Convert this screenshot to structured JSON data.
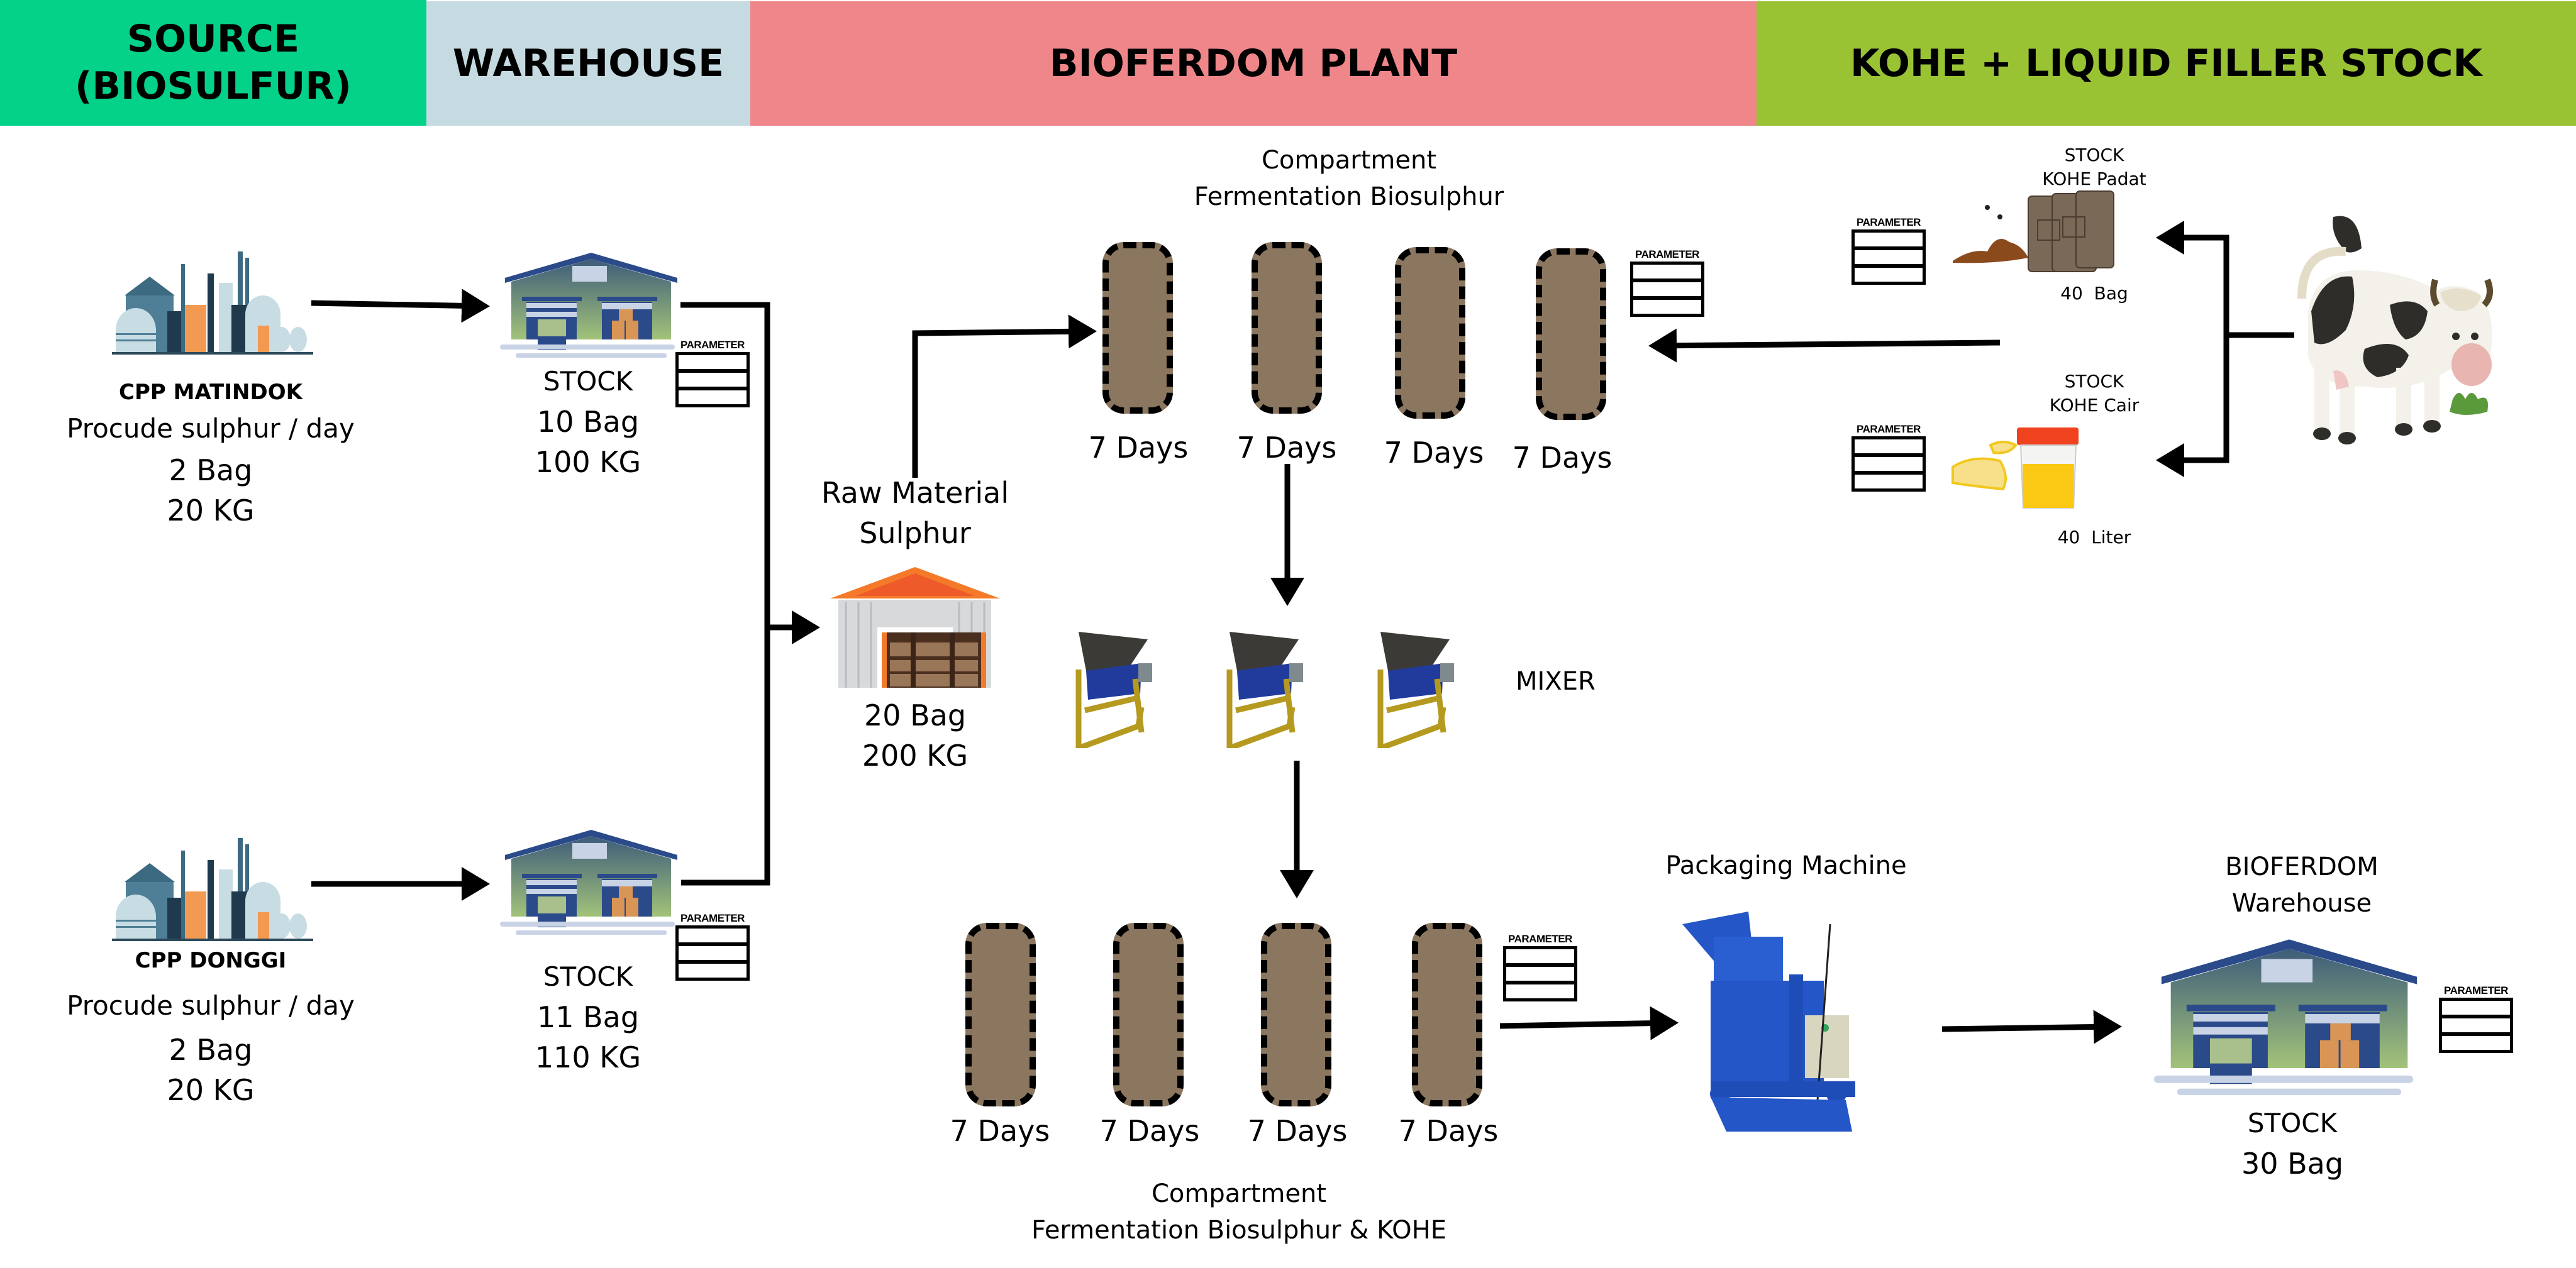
{
  "header": {
    "sections": [
      {
        "title": "SOURCE\n(BIOSULFUR)",
        "line1": "SOURCE",
        "line2": "(BIOSULFUR)",
        "color": "#03d288"
      },
      {
        "title": "WAREHOUSE",
        "color": "#c5dbe1"
      },
      {
        "title": "BIOFERDOM PLANT",
        "color": "#ef878a"
      },
      {
        "title": "KOHE + LIQUID FILLER STOCK",
        "color": "#9ac334"
      }
    ]
  },
  "sources": [
    {
      "name": "CPP MATINDOK",
      "desc": "Procude sulphur / day",
      "bags": "2 Bag",
      "kg": "20 KG"
    },
    {
      "name": "CPP DONGGI",
      "desc": "Procude sulphur / day",
      "bags": "2 Bag",
      "kg": "20 KG"
    }
  ],
  "warehouses": [
    {
      "label": "STOCK",
      "bags": "10 Bag",
      "kg": "100 KG"
    },
    {
      "label": "STOCK",
      "bags": "11 Bag",
      "kg": "110 KG"
    }
  ],
  "parameter_label": "PARAMETER",
  "raw_material": {
    "title_line1": "Raw Material",
    "title_line2": "Sulphur",
    "bags": "20 Bag",
    "kg": "200 KG"
  },
  "fermentation_top": {
    "title_line1": "Compartment",
    "title_line2": "Fermentation Biosulphur",
    "compartments": [
      "7 Days",
      "7 Days",
      "7 Days",
      "7 Days"
    ]
  },
  "mixer": {
    "label": "MIXER",
    "count": 3
  },
  "fermentation_bottom": {
    "title_line1": "Compartment",
    "title_line2": "Fermentation Biosulphur & KOHE",
    "compartments": [
      "7 Days",
      "7 Days",
      "7 Days",
      "7 Days"
    ]
  },
  "packaging": {
    "label": "Packaging Machine"
  },
  "bioferdom_warehouse": {
    "title_line1": "BIOFERDOM",
    "title_line2": "Warehouse",
    "label": "STOCK",
    "bags": "30 Bag"
  },
  "kohe": {
    "solid": {
      "label_line1": "STOCK",
      "label_line2": "KOHE Padat",
      "amount": "40  Bag"
    },
    "liquid": {
      "label_line1": "STOCK",
      "label_line2": "KOHE Cair",
      "amount": "40  Liter"
    }
  },
  "icons": {
    "factory": "factory-icon",
    "warehouse": "warehouse-icon",
    "storage": "storage-shed-icon",
    "mixer": "mixer-machine-icon",
    "packaging": "packaging-machine-icon",
    "cow": "cow-icon",
    "manure_bags": "manure-bags-icon",
    "urine_jar": "urine-jar-icon"
  }
}
